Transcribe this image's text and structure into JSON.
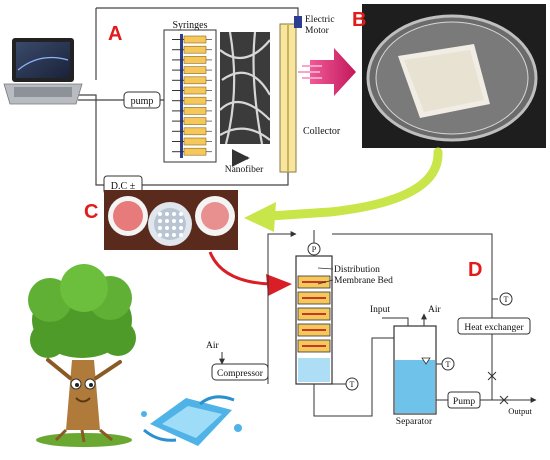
{
  "panels": {
    "a": "A",
    "b": "B",
    "c": "C",
    "d": "D"
  },
  "panel_a": {
    "syringes": "Syringes",
    "electric_motor_line1": "Electric",
    "electric_motor_line2": "Motor",
    "pump": "pump",
    "collector": "Collector",
    "nanofiber": "Nanofiber",
    "dc": "D.C ±"
  },
  "panel_d": {
    "distribution": "Distribution",
    "membrane_bed": "Membrane Bed",
    "p_gauge": "P",
    "t_top": "T",
    "t_column": "T",
    "t_sep": "T",
    "input": "Input",
    "air_sep": "Air",
    "air_comp": "Air",
    "compressor": "Compressor",
    "separator": "Separator",
    "pump": "Pump",
    "heat_exchanger": "Heat exchanger",
    "output": "Output"
  },
  "colors": {
    "panel_letter": "#e21b1b",
    "yellow_fill": "#f6c75a",
    "membrane": "#f39c12",
    "water": "#6fc3ea",
    "green_arrow": "#c8e64a",
    "red_arrow": "#d91e26",
    "tree_leaf": "#4f9b2a",
    "trunk": "#b07a3a"
  }
}
